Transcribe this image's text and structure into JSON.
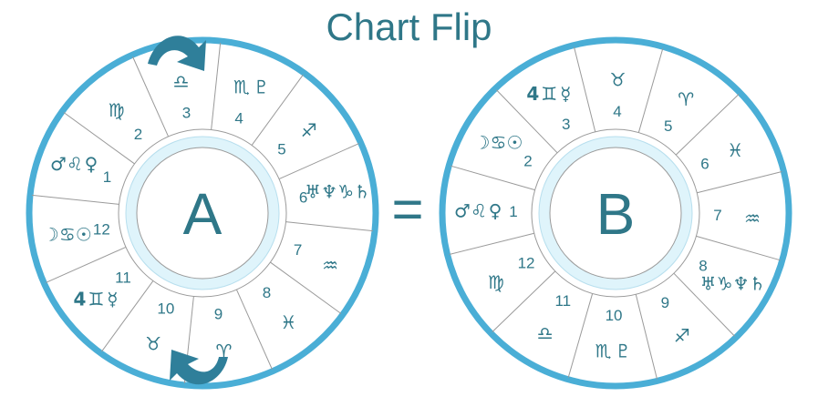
{
  "title": "Chart Flip",
  "equals": "=",
  "colors": {
    "ring": "#4aaed6",
    "text": "#2f7788",
    "inner": "#dff4fb",
    "line": "#9a9a9a"
  },
  "charts": [
    {
      "id": "chart-a",
      "center_label": "A",
      "houses": [
        {
          "num": "1",
          "glyphs": [
            "♂",
            "♌",
            "♀"
          ]
        },
        {
          "num": "2",
          "glyphs": [
            "♍"
          ]
        },
        {
          "num": "3",
          "glyphs": [
            "♎"
          ]
        },
        {
          "num": "4",
          "glyphs": [
            "♏",
            "♇"
          ]
        },
        {
          "num": "5",
          "glyphs": [
            "♐"
          ]
        },
        {
          "num": "6",
          "glyphs": [
            "♅",
            "♆",
            "♑",
            "♄"
          ]
        },
        {
          "num": "7",
          "glyphs": [
            "♒"
          ]
        },
        {
          "num": "8",
          "glyphs": [
            "♓"
          ]
        },
        {
          "num": "9",
          "glyphs": [
            "♈"
          ]
        },
        {
          "num": "10",
          "glyphs": [
            "♉"
          ]
        },
        {
          "num": "11",
          "glyphs": [
            "4",
            "♊",
            "☿"
          ]
        },
        {
          "num": "12",
          "glyphs": [
            "☽",
            "♋",
            "☉"
          ]
        }
      ]
    },
    {
      "id": "chart-b",
      "center_label": "B",
      "houses": [
        {
          "num": "1",
          "glyphs": [
            "♂",
            "♌",
            "♀"
          ]
        },
        {
          "num": "2",
          "glyphs": [
            "☽",
            "♋",
            "☉"
          ]
        },
        {
          "num": "3",
          "glyphs": [
            "4",
            "♊",
            "☿"
          ]
        },
        {
          "num": "4",
          "glyphs": [
            "♉"
          ]
        },
        {
          "num": "5",
          "glyphs": [
            "♈"
          ]
        },
        {
          "num": "6",
          "glyphs": [
            "♓"
          ]
        },
        {
          "num": "7",
          "glyphs": [
            "♒"
          ]
        },
        {
          "num": "8",
          "glyphs": [
            "♅",
            "♑",
            "♆",
            "♄"
          ]
        },
        {
          "num": "9",
          "glyphs": [
            "♐"
          ]
        },
        {
          "num": "10",
          "glyphs": [
            "♏",
            "♇"
          ]
        },
        {
          "num": "11",
          "glyphs": [
            "♎"
          ]
        },
        {
          "num": "12",
          "glyphs": [
            "♍"
          ]
        }
      ]
    }
  ]
}
